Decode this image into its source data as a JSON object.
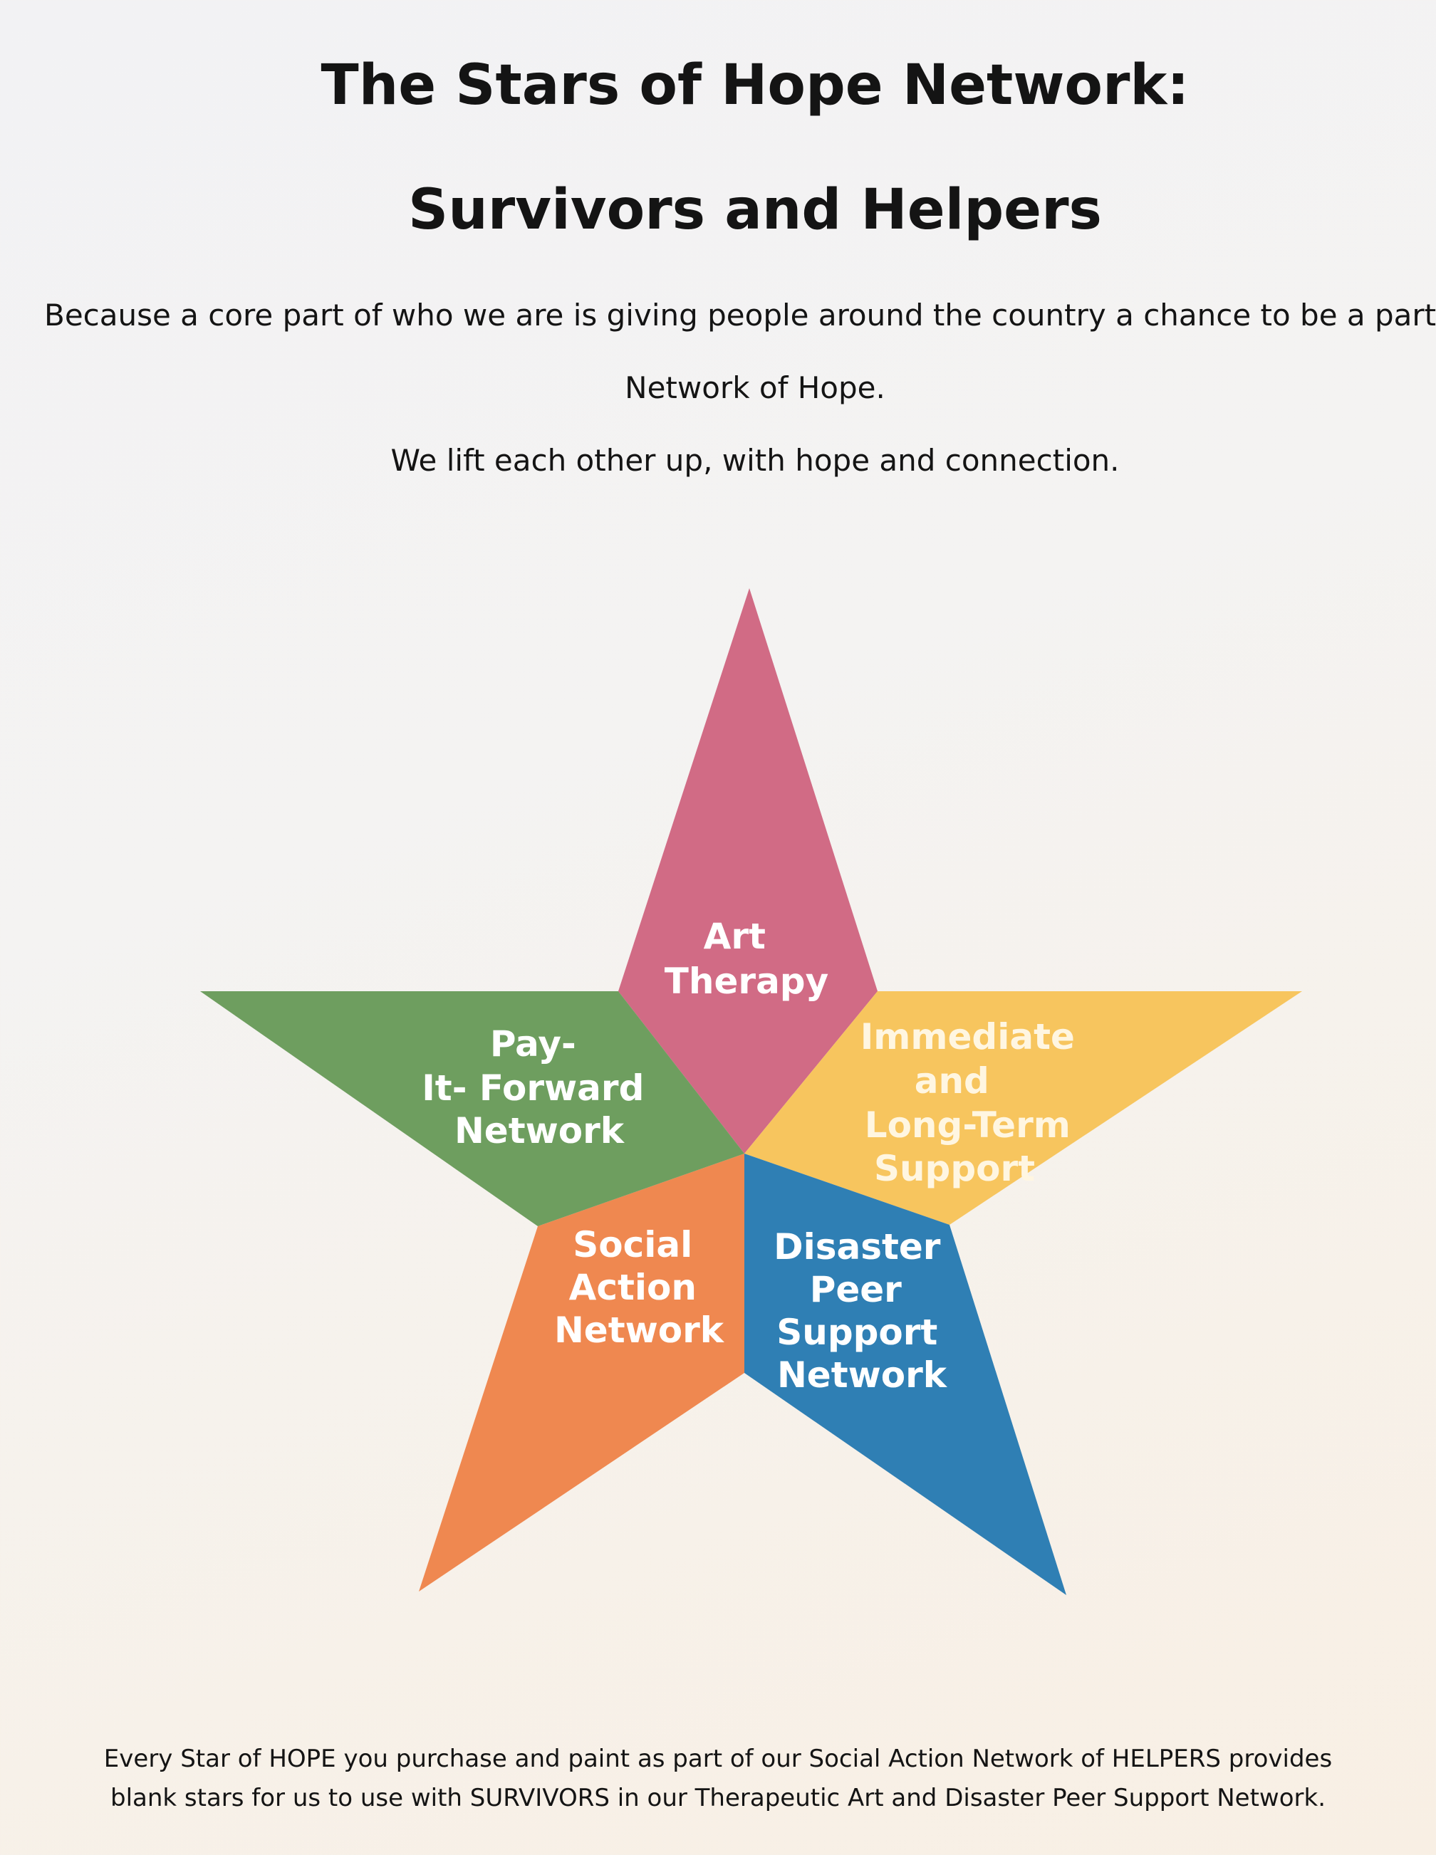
{
  "header": {
    "title_line_1": "The Stars of Hope Network:",
    "title_line_2": "Survivors and Helpers"
  },
  "intro": {
    "line_1": "Because a core part of who we are is giving people around the country a chance to be a part of o",
    "line_2": "Network of Hope.",
    "line_3": "We lift each other up, with hope and connection."
  },
  "star": {
    "segments": [
      {
        "id": "art-therapy",
        "label_lines": [
          "Art",
          "Therapy"
        ],
        "color": "#d16b85"
      },
      {
        "id": "immediate-support",
        "label_lines": [
          "Immediate",
          "and",
          "Long-Term",
          "Support"
        ],
        "color": "#f7c55e"
      },
      {
        "id": "disaster-peer",
        "label_lines": [
          "Disaster",
          "Peer",
          "Support",
          "Network"
        ],
        "color": "#2f7fb4"
      },
      {
        "id": "social-action",
        "label_lines": [
          "Social",
          "Action",
          "Network"
        ],
        "color": "#ef8850"
      },
      {
        "id": "pay-it-forward",
        "label_lines": [
          "Pay-",
          "It- Forward",
          "Network"
        ],
        "color": "#6e9e5f"
      }
    ]
  },
  "footer": {
    "line_1": "Every Star of HOPE you purchase and paint as part of our Social Action Network of HELPERS provides",
    "line_2": "blank stars for us to use with SURVIVORS in our Therapeutic Art and Disaster Peer Support Network."
  }
}
